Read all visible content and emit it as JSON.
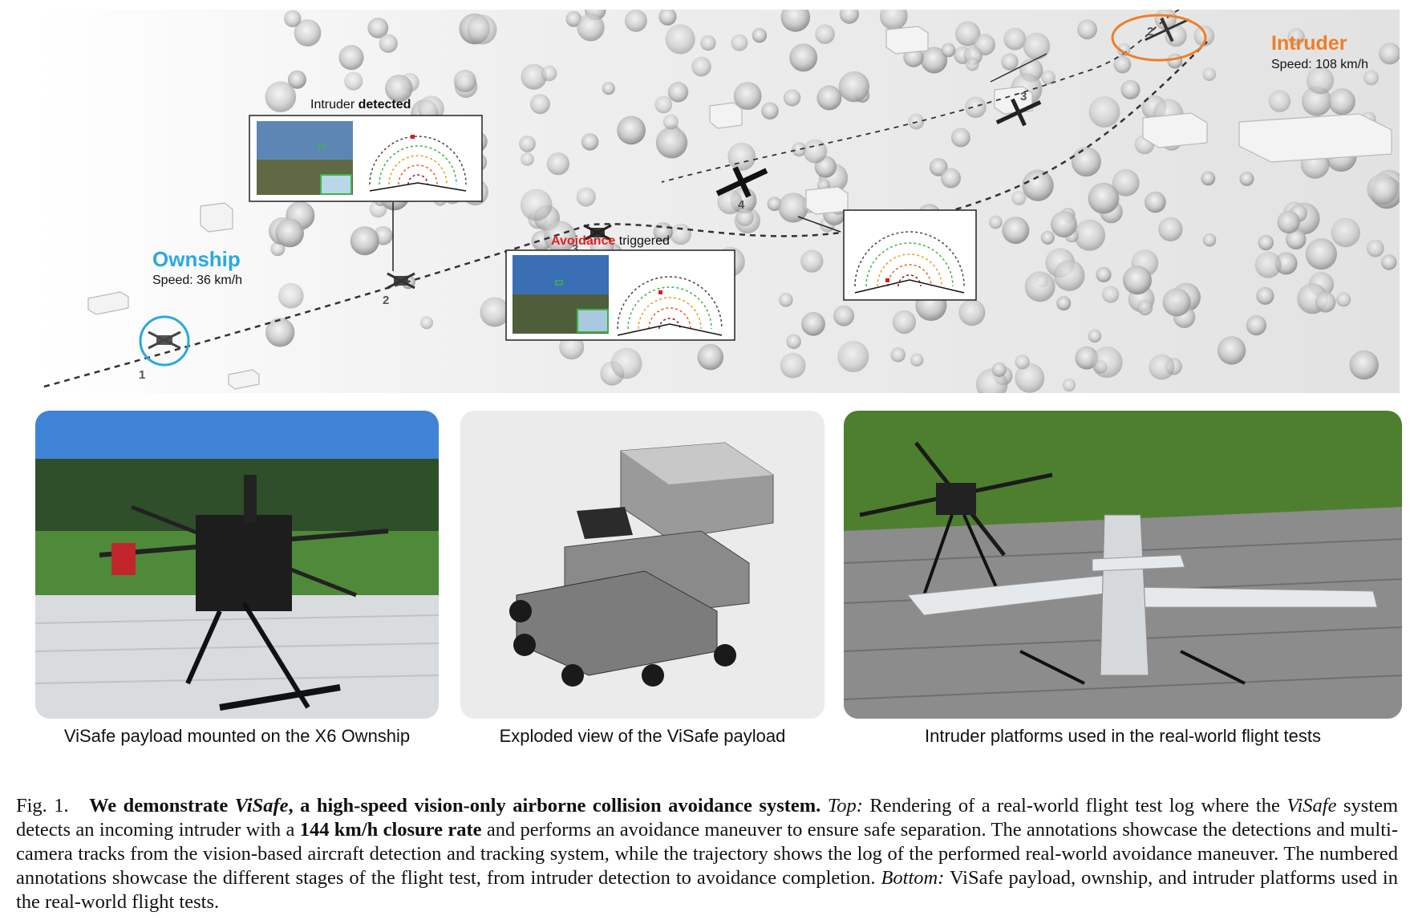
{
  "scene": {
    "ownship": {
      "title": "Ownship",
      "speed": "Speed: 36 km/h"
    },
    "intruder": {
      "title": "Intruder",
      "speed": "Speed: 108 km/h"
    },
    "panel_detected": {
      "prefix": "Intruder ",
      "emph": "detected"
    },
    "panel_avoidance": {
      "emph": "Avoidance",
      "suffix": " triggered"
    },
    "stage_numbers": [
      "1",
      "2",
      "3",
      "4"
    ],
    "colors": {
      "ownship": "#29a9e1",
      "intruder": "#f07e26",
      "avoidance": "#e02020",
      "detected": "#111111"
    }
  },
  "photos": [
    {
      "caption": "ViSafe payload mounted on the X6 Ownship"
    },
    {
      "caption": "Exploded view of the ViSafe payload"
    },
    {
      "caption": "Intruder platforms used in the real-world flight tests"
    }
  ],
  "caption": {
    "fig": "Fig. 1.",
    "bold1": "We demonstrate ",
    "bold_it": "ViSafe",
    "bold2": ", a high-speed vision-only airborne collision avoidance system.",
    "top_label": "Top:",
    "t1": " Rendering of a real-world flight test log where the ",
    "it1": "ViSafe",
    "t2": " system detects an incoming intruder with a ",
    "bold3": "144 km/h closure rate",
    "t3": " and performs an avoidance maneuver to ensure safe separation. The annotations showcase the detections and multi-camera tracks from the vision-based aircraft detection and tracking system, while the trajectory shows the log of the performed real-world avoidance maneuver. The numbered annotations showcase the different stages of the flight test, from intruder detection to avoidance completion. ",
    "bottom_label": "Bottom:",
    "t4": " ViSafe payload, ownship, and intruder platforms used in the real-world flight tests."
  }
}
